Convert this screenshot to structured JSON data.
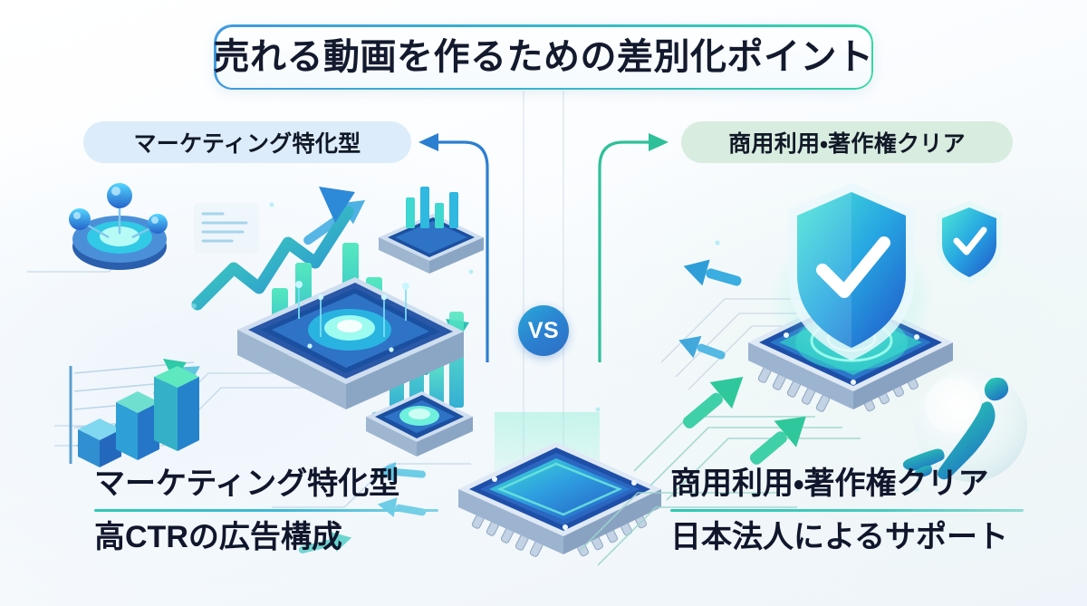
{
  "title": {
    "text": "売れる動画を作るための差別化ポイント"
  },
  "pills": {
    "left": "マーケティング特化型",
    "right": "商用利用・著作権クリア"
  },
  "center": {
    "vs_label": "VS"
  },
  "captions": {
    "left": {
      "heading": "マーケティング特化型",
      "subheading": "高CTRの広告構成"
    },
    "right": {
      "heading": "商用利用・著作権クリア",
      "subheading": "日本法人によるサポート"
    }
  },
  "icons": {
    "left_chip": "analytics-chip-icon",
    "left_growth_arrow": "growth-arrow-icon",
    "left_bar_chart": "bar-chart-icon",
    "left_nodes": "network-nodes-icon",
    "left_document": "document-lines-icon",
    "center_chip": "processor-chip-icon",
    "right_shield": "shield-check-icon",
    "right_shield_badge": "shield-check-badge-icon",
    "right_chip": "secure-chip-icon",
    "right_japan_map": "japan-map-icon",
    "arrow_to_left_pill": "arrow-left-icon",
    "arrow_to_right_pill": "arrow-right-icon"
  },
  "colors": {
    "accent_blue": "#2b7fd0",
    "accent_teal": "#2fc9b4",
    "accent_green": "#33d6a5",
    "title_border_from": "#3f9ae0",
    "title_border_to": "#33d6a5",
    "pill_left_bg": "#dcecfa",
    "pill_right_bg": "#d8ecdf",
    "text_dark": "#10172c"
  }
}
